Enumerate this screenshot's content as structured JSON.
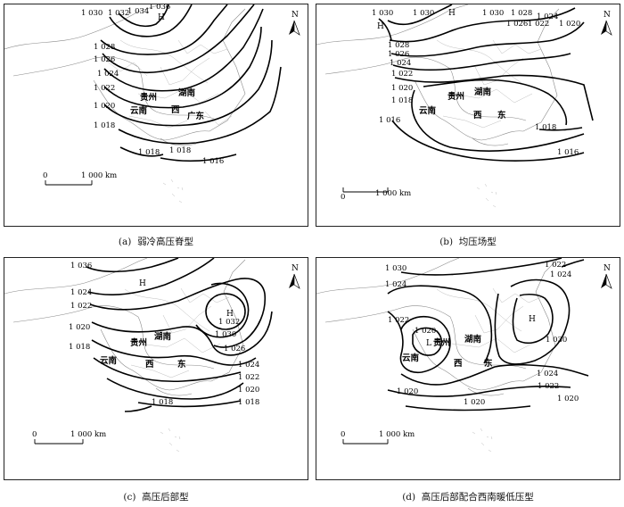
{
  "panels": [
    {
      "id": "a",
      "caption_tag": "(a)",
      "caption": "弱冷高压脊型",
      "isobars": [
        "1 030",
        "1 032",
        "1 034",
        "1 036",
        "1 028",
        "1 026",
        "1 024",
        "1 022",
        "1 020",
        "1 018",
        "1 018",
        "1 018",
        "1 016"
      ],
      "centers": [
        {
          "type": "H"
        }
      ],
      "provinces": {
        "guizhou": "贵州",
        "hunan": "湖南",
        "yunnan": "云南",
        "guangxi": "西",
        "guangdong": "广东"
      },
      "scale_label": "1 000 km",
      "scale_zero": "0",
      "north": "N"
    },
    {
      "id": "b",
      "caption_tag": "(b)",
      "caption": "均压场型",
      "isobars": [
        "1 030",
        "1 030",
        "1 030",
        "1 028",
        "1 024",
        "1 026",
        "1 022",
        "1 020",
        "1 028",
        "1 026",
        "1 024",
        "1 022",
        "1 020",
        "1 018",
        "1 016",
        "1 018",
        "1 016"
      ],
      "centers": [
        {
          "type": "H"
        },
        {
          "type": "H"
        }
      ],
      "provinces": {
        "guizhou": "贵州",
        "hunan": "湖南",
        "yunnan": "云南",
        "guangxi": "西",
        "guangdong": "东"
      },
      "scale_label": "1 000 km",
      "scale_zero": "0",
      "north": "N"
    },
    {
      "id": "c",
      "caption_tag": "(c)",
      "caption": "高压后部型",
      "isobars": [
        "1 036",
        "1 024",
        "1 022",
        "1 020",
        "1 018",
        "1 032",
        "1 030",
        "1 026",
        "1 024",
        "1 022",
        "1 020",
        "1 018",
        "1 018"
      ],
      "centers": [
        {
          "type": "H"
        },
        {
          "type": "H"
        }
      ],
      "provinces": {
        "guizhou": "贵州",
        "hunan": "湖南",
        "yunnan": "云南",
        "guangxi": "西",
        "guangdong": "东"
      },
      "scale_label": "1 000 km",
      "scale_zero": "0",
      "north": "N"
    },
    {
      "id": "d",
      "caption_tag": "(d)",
      "caption": "高压后部配合西南暖低压型",
      "isobars": [
        "1 030",
        "1 022",
        "1 024",
        "1 024",
        "1 022",
        "1 020",
        "1 030",
        "1 024",
        "1 022",
        "1 020",
        "1 020",
        "1 020"
      ],
      "centers": [
        {
          "type": "H"
        },
        {
          "type": "L"
        }
      ],
      "provinces": {
        "guizhou": "贵州",
        "hunan": "湖南",
        "yunnan": "云南",
        "guangxi": "西",
        "guangdong": "东"
      },
      "scale_label": "1 000 km",
      "scale_zero": "0",
      "north": "N"
    }
  ]
}
